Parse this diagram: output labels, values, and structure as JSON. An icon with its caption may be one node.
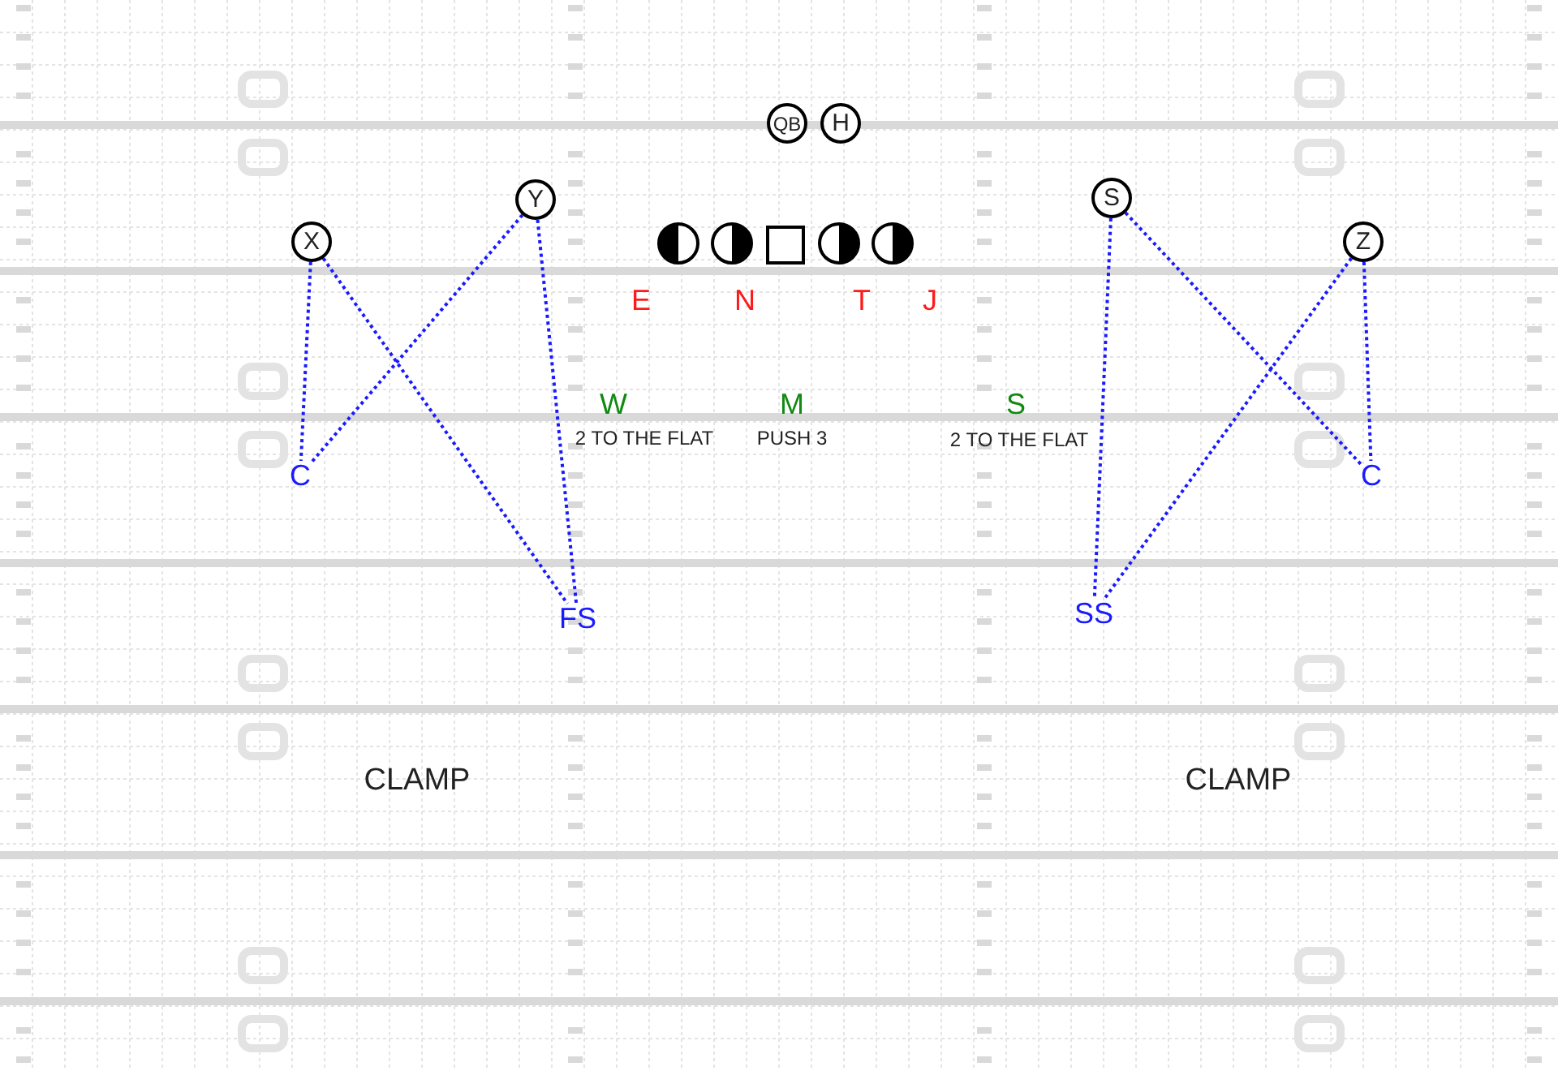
{
  "diagram": {
    "nodes": [
      {
        "text": [
          "QB"
        ]
      },
      {
        "text": [
          "H"
        ]
      },
      {
        "text": [
          "X"
        ]
      },
      {
        "text": [
          "Y"
        ]
      },
      {
        "text": [],
        "shape": "circle"
      },
      {
        "text": [],
        "shape": "circle"
      },
      {
        "text": [],
        "shape": "box"
      },
      {
        "text": [],
        "shape": "circle"
      },
      {
        "text": [],
        "shape": "circle"
      },
      {
        "text": [
          "S"
        ]
      },
      {
        "text": [
          "Z"
        ]
      },
      {
        "text": [
          "C"
        ]
      },
      {
        "text": [
          "C"
        ]
      },
      {
        "text": [
          "FS"
        ]
      },
      {
        "text": [
          "SS"
        ]
      }
    ],
    "edges": [
      {
        "from": 2,
        "to": 11,
        "arrow": "none",
        "style": "dashed"
      },
      {
        "from": 2,
        "to": 13,
        "arrow": "none",
        "style": "dashed"
      },
      {
        "from": 3,
        "to": 11,
        "arrow": "none",
        "style": "dashed"
      },
      {
        "from": 3,
        "to": 13,
        "arrow": "none",
        "style": "dashed"
      },
      {
        "from": 9,
        "to": 14,
        "arrow": "none",
        "style": "dashed"
      },
      {
        "from": 9,
        "to": 12,
        "arrow": "none",
        "style": "dashed"
      },
      {
        "from": 10,
        "to": 14,
        "arrow": "none",
        "style": "dashed"
      },
      {
        "from": 10,
        "to": 12,
        "arrow": "none",
        "style": "dashed"
      }
    ],
    "labels": [
      "E",
      "N",
      "T",
      "J",
      "W",
      "M",
      "S",
      "2 TO THE FLAT",
      "PUSH 3",
      "2 TO THE FLAT",
      "CLAMP",
      "CLAMP"
    ]
  }
}
